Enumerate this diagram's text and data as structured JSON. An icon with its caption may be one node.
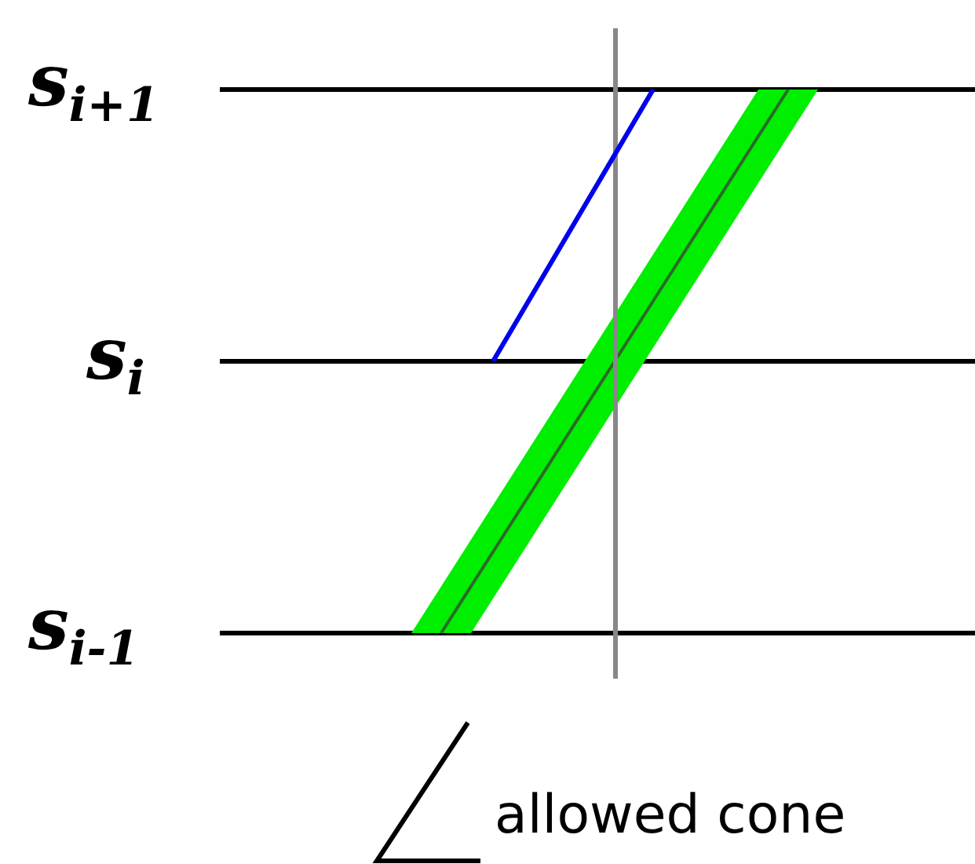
{
  "diagram": {
    "labels": [
      "s$_{i+1}$",
      "s$_{i}$",
      "s$_{i-1}$",
      "allowed cone"
    ]
  }
}
